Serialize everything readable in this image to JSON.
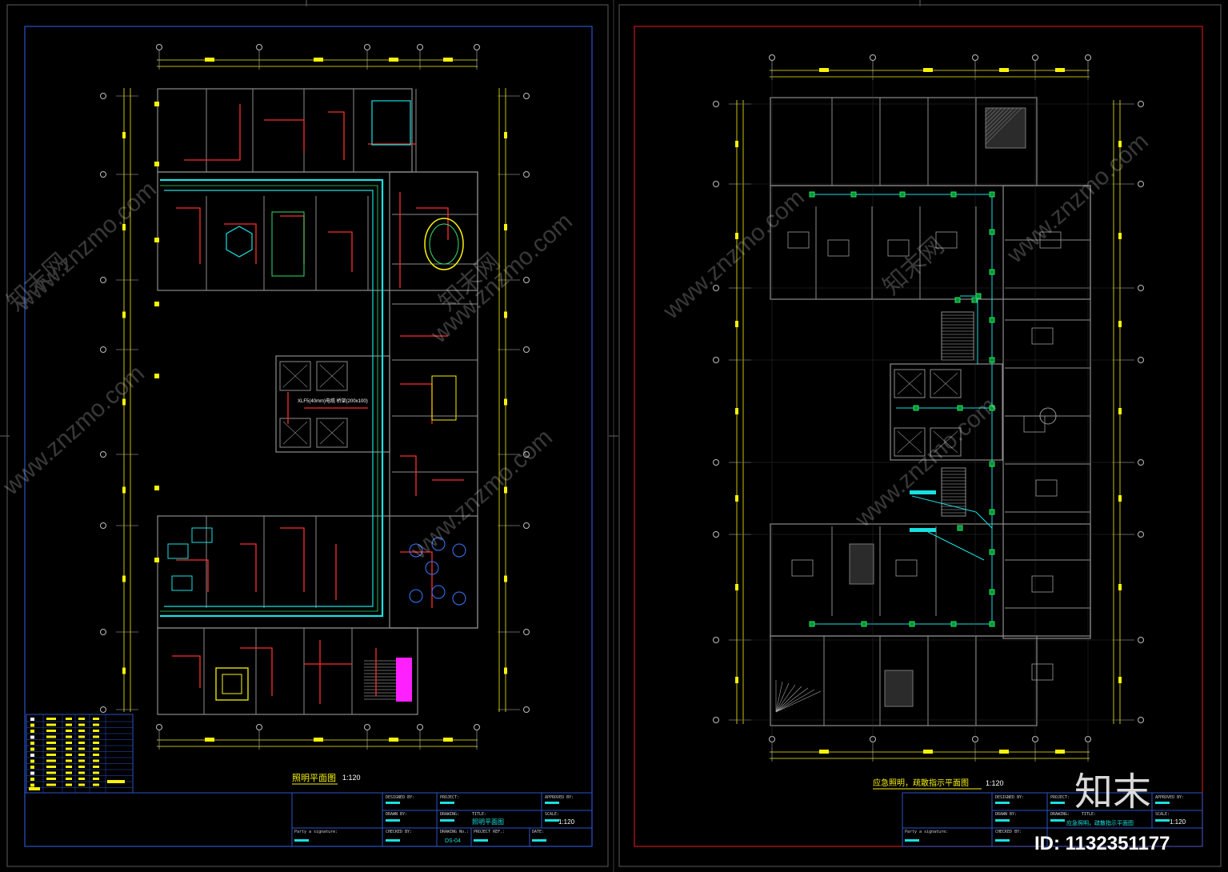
{
  "left_sheet": {
    "drawing_title": "照明平面图",
    "scale": "1:120",
    "title_block": {
      "designed_by": "DESIGNED BY:",
      "drawn_by": "DRAWN BY:",
      "checked_by": "CHECKED BY:",
      "project": "PROJECT:",
      "drawing": "DRAWING:",
      "title": "TITLE:",
      "title_value": "照明平面图",
      "drawing_no_label": "DRAWING No.:",
      "drawing_no": "DS-04",
      "project_ref": "PROJECT REF.:",
      "date": "DATE:",
      "approved_by": "APPROVED BY:",
      "scale_label": "SCALE:",
      "scale_value": "1:120",
      "party_signature": "Party a signature:"
    },
    "riser_note": "XLF5(40mm)电缆 桥架(200x100)"
  },
  "right_sheet": {
    "drawing_title": "应急照明，疏散指示平面图",
    "scale": "1:120",
    "title_block": {
      "designed_by": "DESIGNED BY:",
      "drawn_by": "DRAWN BY:",
      "checked_by": "CHECKED BY:",
      "project": "PROJECT:",
      "drawing": "DRAWING:",
      "title": "TITLE:",
      "title_value": "应急照明，疏散指示平面图",
      "approved_by": "APPROVED BY:",
      "scale_label": "SCALE:",
      "scale_value": "1:120",
      "party_signature": "Party a signature:"
    }
  },
  "watermark": {
    "site": "www.znzmo.com",
    "brand_cn": "知末网",
    "logo_text": "知末",
    "id_text": "ID: 1132351177"
  },
  "colors": {
    "background": "#000000",
    "frame_blue": "#2a52c8",
    "frame_red": "#c8161b",
    "walls": "#8c8c8c",
    "lighting_red": "#ff2b2b",
    "cyan": "#19e0e0",
    "green": "#2ee06a",
    "yellow": "#f7f20a",
    "magenta": "#ff20ff"
  }
}
